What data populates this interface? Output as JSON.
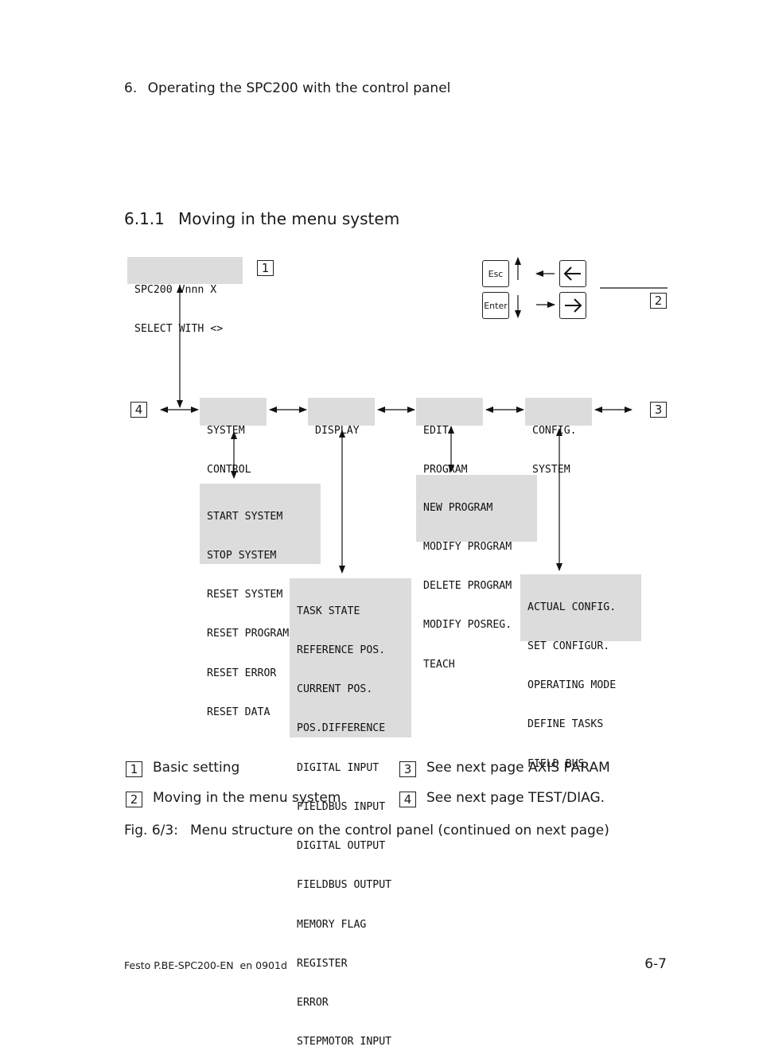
{
  "header": {
    "chapter": "6.",
    "title": "Operating the SPC200 with the control panel"
  },
  "section": {
    "number": "6.1.1",
    "title": "Moving in the menu system"
  },
  "diagram": {
    "basic_box": [
      "SPC200 Vnnn X",
      "SELECT WITH <>"
    ],
    "main_menu": [
      [
        "SYSTEM",
        "CONTROL"
      ],
      [
        "DISPLAY"
      ],
      [
        "EDIT",
        "PROGRAM"
      ],
      [
        "CONFIG.",
        "SYSTEM"
      ]
    ],
    "system_control_items": [
      "START SYSTEM",
      "STOP SYSTEM",
      "RESET SYSTEM",
      "RESET PROGRAMS",
      "RESET ERROR",
      "RESET DATA"
    ],
    "edit_program_items": [
      "NEW PROGRAM",
      "MODIFY PROGRAM",
      "DELETE PROGRAM",
      "MODIFY POSREG.",
      "TEACH"
    ],
    "display_items": [
      "TASK STATE",
      "REFERENCE POS.",
      "CURRENT POS.",
      "POS.DIFFERENCE",
      "DIGITAL INPUT",
      "FIELDBUS INPUT",
      "DIGITAL OUTPUT",
      "FIELDBUS OUTPUT",
      "MEMORY FLAG",
      "REGISTER",
      "ERROR",
      "STEPMOTOR INPUT"
    ],
    "config_system_items": [
      "ACTUAL CONFIG.",
      "SET CONFIGUR.",
      "OPERATING MODE",
      "DEFINE TASKS",
      "FIELD BUS"
    ],
    "keys": {
      "esc": "Esc",
      "enter": "Enter"
    },
    "callouts": {
      "c1": "1",
      "c2": "2",
      "c3": "3",
      "c4": "4"
    }
  },
  "legend": [
    {
      "num": "1",
      "text": "Basic setting"
    },
    {
      "num": "2",
      "text": "Moving in the menu system"
    },
    {
      "num": "3",
      "text": "See next page AXIS PARAM"
    },
    {
      "num": "4",
      "text": "See next page TEST/DIAG."
    }
  ],
  "caption": {
    "label": "Fig. 6/3:",
    "text": "Menu structure on the control panel (continued on next page)"
  },
  "footer": {
    "left": "Festo P.BE-SPC200-EN  en 0901d",
    "page": "6-7"
  }
}
